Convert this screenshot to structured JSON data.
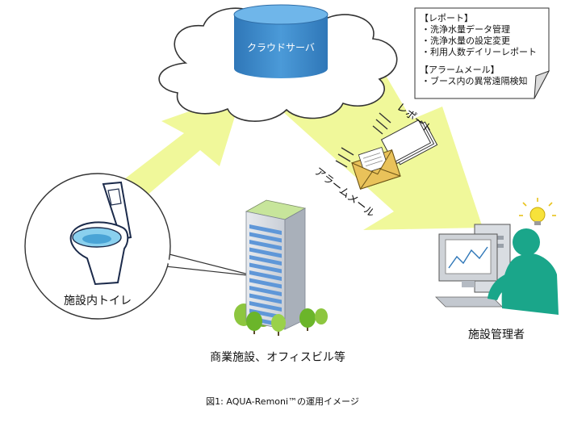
{
  "cloud": {
    "server_label": "クラウドサーバ"
  },
  "note": {
    "report_header": "【レポート】",
    "report_items": [
      "・洗浄水量データ管理",
      "・洗浄水量の設定変更",
      "・利用人数デイリーレポート"
    ],
    "alarm_header": "【アラームメール】",
    "alarm_items": [
      "・ブース内の異常遠隔検知"
    ]
  },
  "labels": {
    "report": "レポート",
    "alarm_mail": "アラームメール",
    "toilet": "施設内トイレ",
    "building": "商業施設、オフィスビル等",
    "manager": "施設管理者"
  },
  "caption": "図1: AQUA-Remoni™の運用イメージ",
  "colors": {
    "arrow": "#f0f89a",
    "server": "#3a87c8",
    "person": "#1aa68a",
    "envelope": "#e9c25a",
    "note_bg": "#ffffff"
  }
}
